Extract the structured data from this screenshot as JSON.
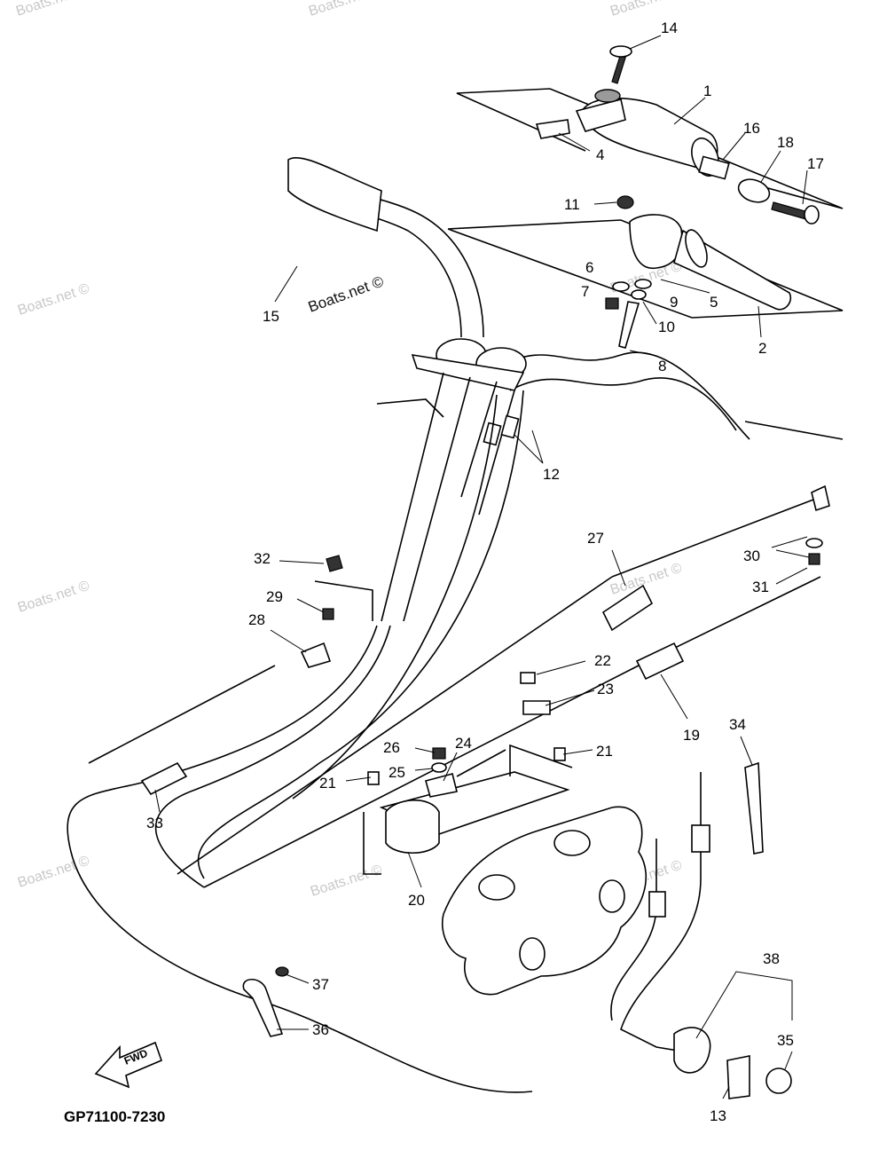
{
  "diagram": {
    "code": "GP71100-7230",
    "fwd_label": "FWD",
    "watermark": "Boats.net ©",
    "callouts": [
      {
        "id": "c1",
        "label": "1"
      },
      {
        "id": "c2",
        "label": "2"
      },
      {
        "id": "c4",
        "label": "4"
      },
      {
        "id": "c5",
        "label": "5"
      },
      {
        "id": "c6",
        "label": "6"
      },
      {
        "id": "c7",
        "label": "7"
      },
      {
        "id": "c8",
        "label": "8"
      },
      {
        "id": "c9",
        "label": "9"
      },
      {
        "id": "c10",
        "label": "10"
      },
      {
        "id": "c11",
        "label": "11"
      },
      {
        "id": "c12",
        "label": "12"
      },
      {
        "id": "c13",
        "label": "13"
      },
      {
        "id": "c14",
        "label": "14"
      },
      {
        "id": "c15",
        "label": "15"
      },
      {
        "id": "c16",
        "label": "16"
      },
      {
        "id": "c17",
        "label": "17"
      },
      {
        "id": "c18",
        "label": "18"
      },
      {
        "id": "c19",
        "label": "19"
      },
      {
        "id": "c20",
        "label": "20"
      },
      {
        "id": "c21a",
        "label": "21"
      },
      {
        "id": "c21b",
        "label": "21"
      },
      {
        "id": "c22",
        "label": "22"
      },
      {
        "id": "c23",
        "label": "23"
      },
      {
        "id": "c24",
        "label": "24"
      },
      {
        "id": "c25",
        "label": "25"
      },
      {
        "id": "c26",
        "label": "26"
      },
      {
        "id": "c27",
        "label": "27"
      },
      {
        "id": "c28",
        "label": "28"
      },
      {
        "id": "c29",
        "label": "29"
      },
      {
        "id": "c30",
        "label": "30"
      },
      {
        "id": "c31",
        "label": "31"
      },
      {
        "id": "c32",
        "label": "32"
      },
      {
        "id": "c33",
        "label": "33"
      },
      {
        "id": "c34",
        "label": "34"
      },
      {
        "id": "c35",
        "label": "35"
      },
      {
        "id": "c36",
        "label": "36"
      },
      {
        "id": "c37",
        "label": "37"
      },
      {
        "id": "c38",
        "label": "38"
      }
    ]
  }
}
